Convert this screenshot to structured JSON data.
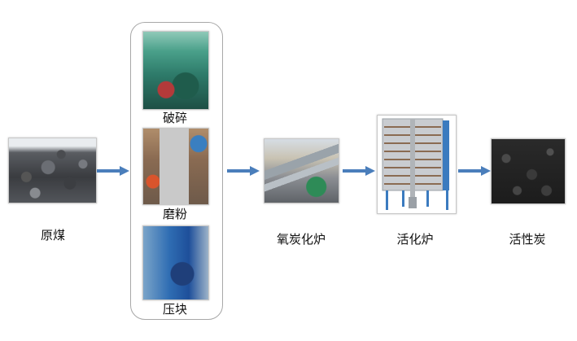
{
  "diagram": {
    "title": "活性炭生产工艺流程",
    "steps": [
      {
        "id": "raw-coal",
        "label": "原煤"
      },
      {
        "id": "pretreatment",
        "substeps": [
          {
            "id": "crushing",
            "label": "破碎"
          },
          {
            "id": "grinding",
            "label": "磨粉"
          },
          {
            "id": "briquetting",
            "label": "压块"
          }
        ]
      },
      {
        "id": "carbonization-furnace",
        "label": "氧炭化炉"
      },
      {
        "id": "activation-furnace",
        "label": "活化炉"
      },
      {
        "id": "activated-carbon",
        "label": "活性炭"
      }
    ],
    "arrow_color": "#4a7ebb"
  }
}
